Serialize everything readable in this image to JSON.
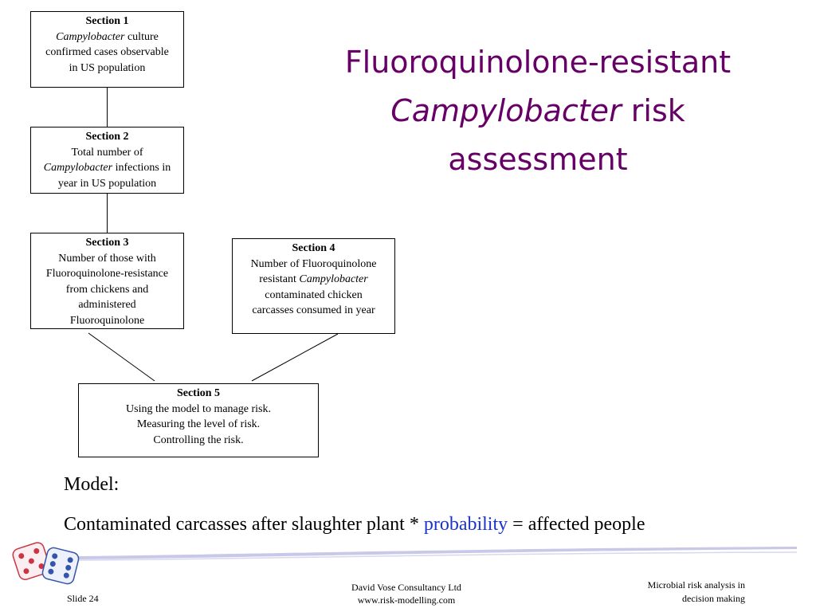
{
  "slide": {
    "title_line1": "Fluoroquinolone-resistant",
    "title_line2_italic": "Campylobacter",
    "title_line2_rest": " risk",
    "title_line3": "assessment"
  },
  "sections": {
    "s1": {
      "heading": "Section 1",
      "italic": "Campylobacter",
      "line1_rest": " culture",
      "line2": "confirmed cases observable",
      "line3": "in US population"
    },
    "s2": {
      "heading": "Section 2",
      "line1": "Total number of",
      "italic": "Campylobacter",
      "line2_rest": " infections in",
      "line3": "year in US population"
    },
    "s3": {
      "heading": "Section 3",
      "line1": "Number of those with",
      "line2": "Fluoroquinolone-resistance",
      "line3": "from chickens and",
      "line4": "administered",
      "line5": "Fluoroquinolone"
    },
    "s4": {
      "heading": "Section 4",
      "line1": "Number of Fluoroquinolone",
      "line2_pre": "resistant ",
      "italic": "Campylobacter",
      "line3": "contaminated chicken",
      "line4": "carcasses consumed in year"
    },
    "s5": {
      "heading": "Section 5",
      "line1": "Using the model to manage risk.",
      "line2": "Measuring the level of risk.",
      "line3": "Controlling the risk."
    }
  },
  "model": {
    "label": "Model:",
    "formula_pre": "Contaminated carcasses after slaughter plant * ",
    "formula_highlight": "probability",
    "formula_post": " = affected people"
  },
  "footer": {
    "slide_number": "Slide 24",
    "company": "David Vose Consultancy Ltd",
    "website": "www.risk-modelling.com",
    "course_line1": "Microbial risk analysis in",
    "course_line2": "decision making",
    "logo_icon": "dice-icon"
  },
  "colors": {
    "title": "#660066",
    "highlight": "#1a33cc",
    "footer_band": "#c8c8e8",
    "dice_red": "#cc3344",
    "dice_blue": "#3355aa"
  }
}
